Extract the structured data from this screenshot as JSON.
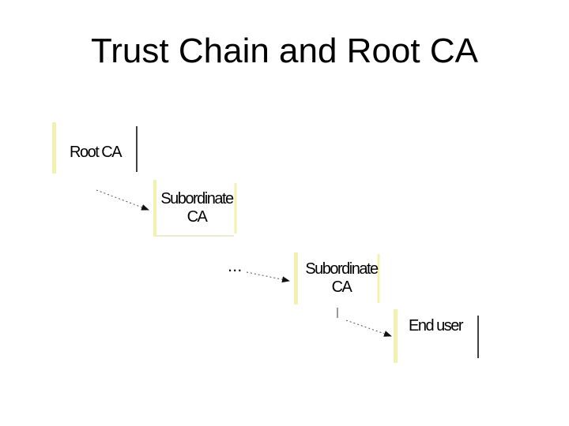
{
  "slide": {
    "title": "Trust Chain and Root CA"
  },
  "diagram": {
    "nodes": [
      {
        "id": "root",
        "lines": [
          "Root CA"
        ]
      },
      {
        "id": "sub1",
        "lines": [
          "Subordinate",
          "CA"
        ]
      },
      {
        "id": "sub2",
        "lines": [
          "Subordinate",
          "CA"
        ]
      },
      {
        "id": "end",
        "lines": [
          "End user"
        ]
      }
    ],
    "ellipsis": "...",
    "colors": {
      "node_left_edge": "#f3f0b0",
      "node_right_edge": "#000000",
      "connector": "#555555"
    }
  }
}
